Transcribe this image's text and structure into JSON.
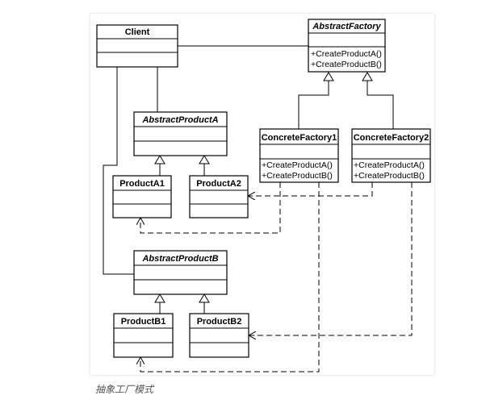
{
  "diagram": {
    "classes": {
      "client": {
        "name": "Client",
        "abstract": false,
        "methods": []
      },
      "abstract_factory": {
        "name": "AbstractFactory",
        "abstract": true,
        "methods": [
          "+CreateProductA()",
          "+CreateProductB()"
        ]
      },
      "abstract_product_a": {
        "name": "AbstractProductA",
        "abstract": true,
        "methods": []
      },
      "concrete_factory1": {
        "name": "ConcreteFactory1",
        "abstract": false,
        "methods": [
          "+CreateProductA()",
          "+CreateProductB()"
        ]
      },
      "concrete_factory2": {
        "name": "ConcreteFactory2",
        "abstract": false,
        "methods": [
          "+CreateProductA()",
          "+CreateProductB()"
        ]
      },
      "product_a1": {
        "name": "ProductA1",
        "abstract": false,
        "methods": []
      },
      "product_a2": {
        "name": "ProductA2",
        "abstract": false,
        "methods": []
      },
      "abstract_product_b": {
        "name": "AbstractProductB",
        "abstract": true,
        "methods": []
      },
      "product_b1": {
        "name": "ProductB1",
        "abstract": false,
        "methods": []
      },
      "product_b2": {
        "name": "ProductB2",
        "abstract": false,
        "methods": []
      }
    }
  },
  "caption": "抽象工厂模式"
}
